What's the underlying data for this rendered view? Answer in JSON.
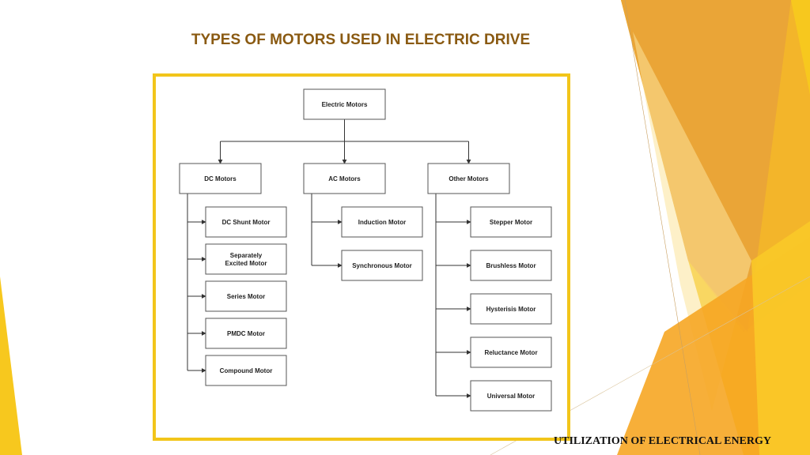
{
  "slide": {
    "title": "TYPES OF MOTORS USED IN ELECTRIC DRIVE",
    "footer": "UTILIZATION OF ELECTRICAL ENERGY"
  },
  "diagram": {
    "root": "Electric Motors",
    "categories": [
      {
        "label": "DC Motors",
        "children": [
          "DC Shunt Motor",
          "Separately Excited Motor",
          "Series Motor",
          "PMDC Motor",
          "Compound Motor"
        ]
      },
      {
        "label": "AC Motors",
        "children": [
          "Induction Motor",
          "Synchronous Motor"
        ]
      },
      {
        "label": "Other Motors",
        "children": [
          "Stepper Motor",
          "Brushless Motor",
          "Hysterisis Motor",
          "Reluctance Motor",
          "Universal Motor"
        ]
      }
    ]
  },
  "colors": {
    "accent": "#f2c51a",
    "title": "#8a5a12"
  }
}
